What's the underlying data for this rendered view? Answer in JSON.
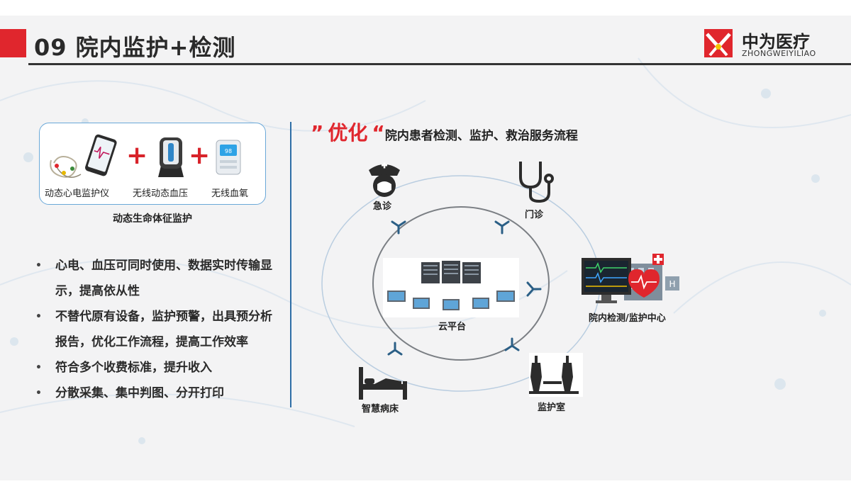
{
  "header": {
    "title": "09 院内监护+检测",
    "brand": {
      "name": "中为医疗",
      "sub": "ZHONGWEIYILIAO"
    }
  },
  "devices": {
    "items": [
      "动态心电监护仪",
      "无线动态血压",
      "无线血氧"
    ],
    "plus": "+",
    "caption": "动态生命体征监护"
  },
  "bullets": [
    "心电、血压可同时使用、数据实时传输显示，提高依从性",
    "不替代原有设备，监护预警，出具预分析报告，优化工作流程，提高工作效率",
    "符合多个收费标准，提升收入",
    "分散采集、集中判图、分开打印"
  ],
  "bullet_mark": "•",
  "subtitle": {
    "open_quote": "”",
    "highlight": "优化",
    "close_quote": "“",
    "text": "院内患者检测、监护、救治服务流程"
  },
  "diagram": {
    "center": "云平台",
    "nodes": [
      "急诊",
      "门诊",
      "院内检测/监护中心",
      "监护室",
      "智慧病床"
    ]
  },
  "colors": {
    "accent_red": "#e0262d",
    "divider_blue": "#2e6ea6",
    "box_border": "#6aa8d8"
  }
}
